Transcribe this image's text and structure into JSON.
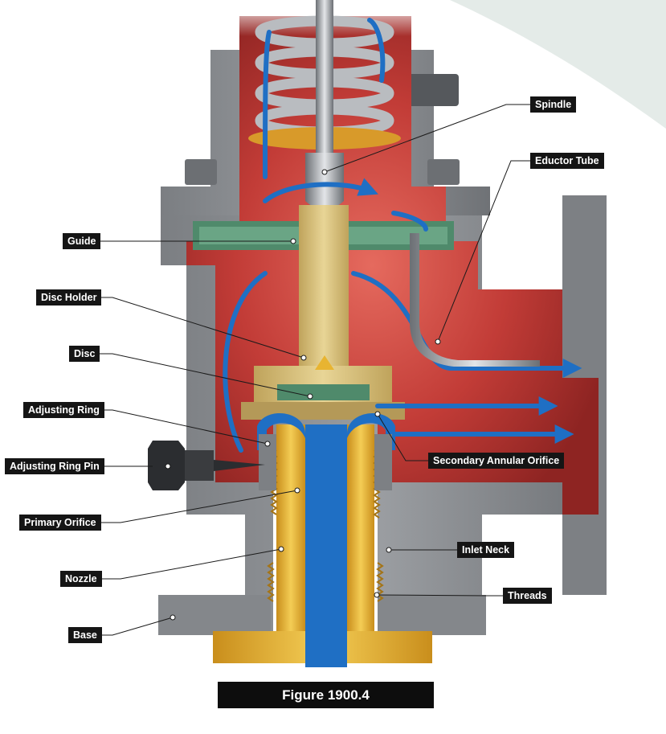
{
  "labels": {
    "spindle": "Spindle",
    "eductor_tube": "Eductor Tube",
    "guide": "Guide",
    "disc_holder": "Disc Holder",
    "disc": "Disc",
    "adjusting_ring": "Adjusting Ring",
    "adjusting_ring_pin": "Adjusting Ring Pin",
    "primary_orifice": "Primary Orifice",
    "nozzle": "Nozzle",
    "base": "Base",
    "secondary_annular_orifice": "Secondary Annular Orifice",
    "inlet_neck": "Inlet Neck",
    "threads": "Threads"
  },
  "caption": "Figure 1900.4",
  "colors": {
    "body_gray": "#8c8f93",
    "body_gray_dark": "#6c6f73",
    "body_interior_red": "#b83030",
    "flow_blue": "#1f6fc4",
    "nozzle_gold": "#e8b431",
    "guide_green": "#4f8a6b",
    "disc_holder_tan": "#d8c17a",
    "label_bg": "#151515"
  }
}
